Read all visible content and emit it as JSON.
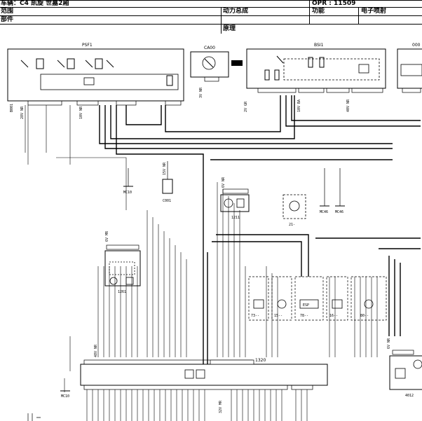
{
  "header": {
    "vehicle": "车辆：C4 凯旋 世嘉2厢",
    "opr": "OPR : 11509",
    "scope_label": "范围",
    "component_label": "部件",
    "group": "动力总成",
    "function_label": "功能",
    "function_value": "电子喷射",
    "section": "原理"
  },
  "components": {
    "psf1": "PSF1",
    "ca00": "CA00",
    "bsi1": "BSI1",
    "c001": "C001",
    "c000": "000",
    "m1211": "1211",
    "m1261": "1261",
    "m1320": "1320",
    "m4012": "4012",
    "mc10a": "MC10",
    "mc10b": "MC10",
    "mc46a": "MC46",
    "mc46b": "MC46",
    "b001": "B001"
  },
  "wire_labels": {
    "psf_a": "28V NR",
    "psf_b": "10V NR",
    "bsi_a": "2V GR",
    "bsi_b": "10V BA",
    "bsi_c": "40V NR",
    "ca00_a": "3V NR",
    "c001_a": "15V NR",
    "m1211_a": "6V NR",
    "m1261_a": "6V MR",
    "m1320_a": "48V NR",
    "m1320_b": "32V MR",
    "m4012_a": "6V NR"
  },
  "modules": {
    "m73": "73--",
    "m15": "15--",
    "m78": "78--",
    "m16": "16--",
    "m80": "80--",
    "m21": "21-",
    "esp": "ESP"
  }
}
